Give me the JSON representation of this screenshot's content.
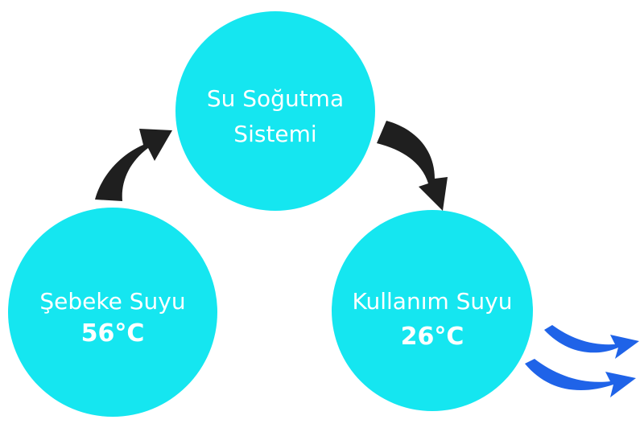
{
  "colors": {
    "node_fill": "#15e6f0",
    "cycle_arrow": "#1f1f1f",
    "outflow_arrow": "#1f63e8",
    "label_text": "#ffffff"
  },
  "nodes": {
    "cooling_system": {
      "line1": "Su Soğutma",
      "line2": "Sistemi"
    },
    "mains_water": {
      "label": "Şebeke Suyu",
      "temperature": "56°C"
    },
    "usage_water": {
      "label": "Kullanım Suyu",
      "temperature": "26°C"
    }
  },
  "arrows": {
    "cycle": [
      "mains_water -> cooling_system",
      "cooling_system -> usage_water"
    ],
    "outflow_icon": "double-arrow-right-icon"
  }
}
